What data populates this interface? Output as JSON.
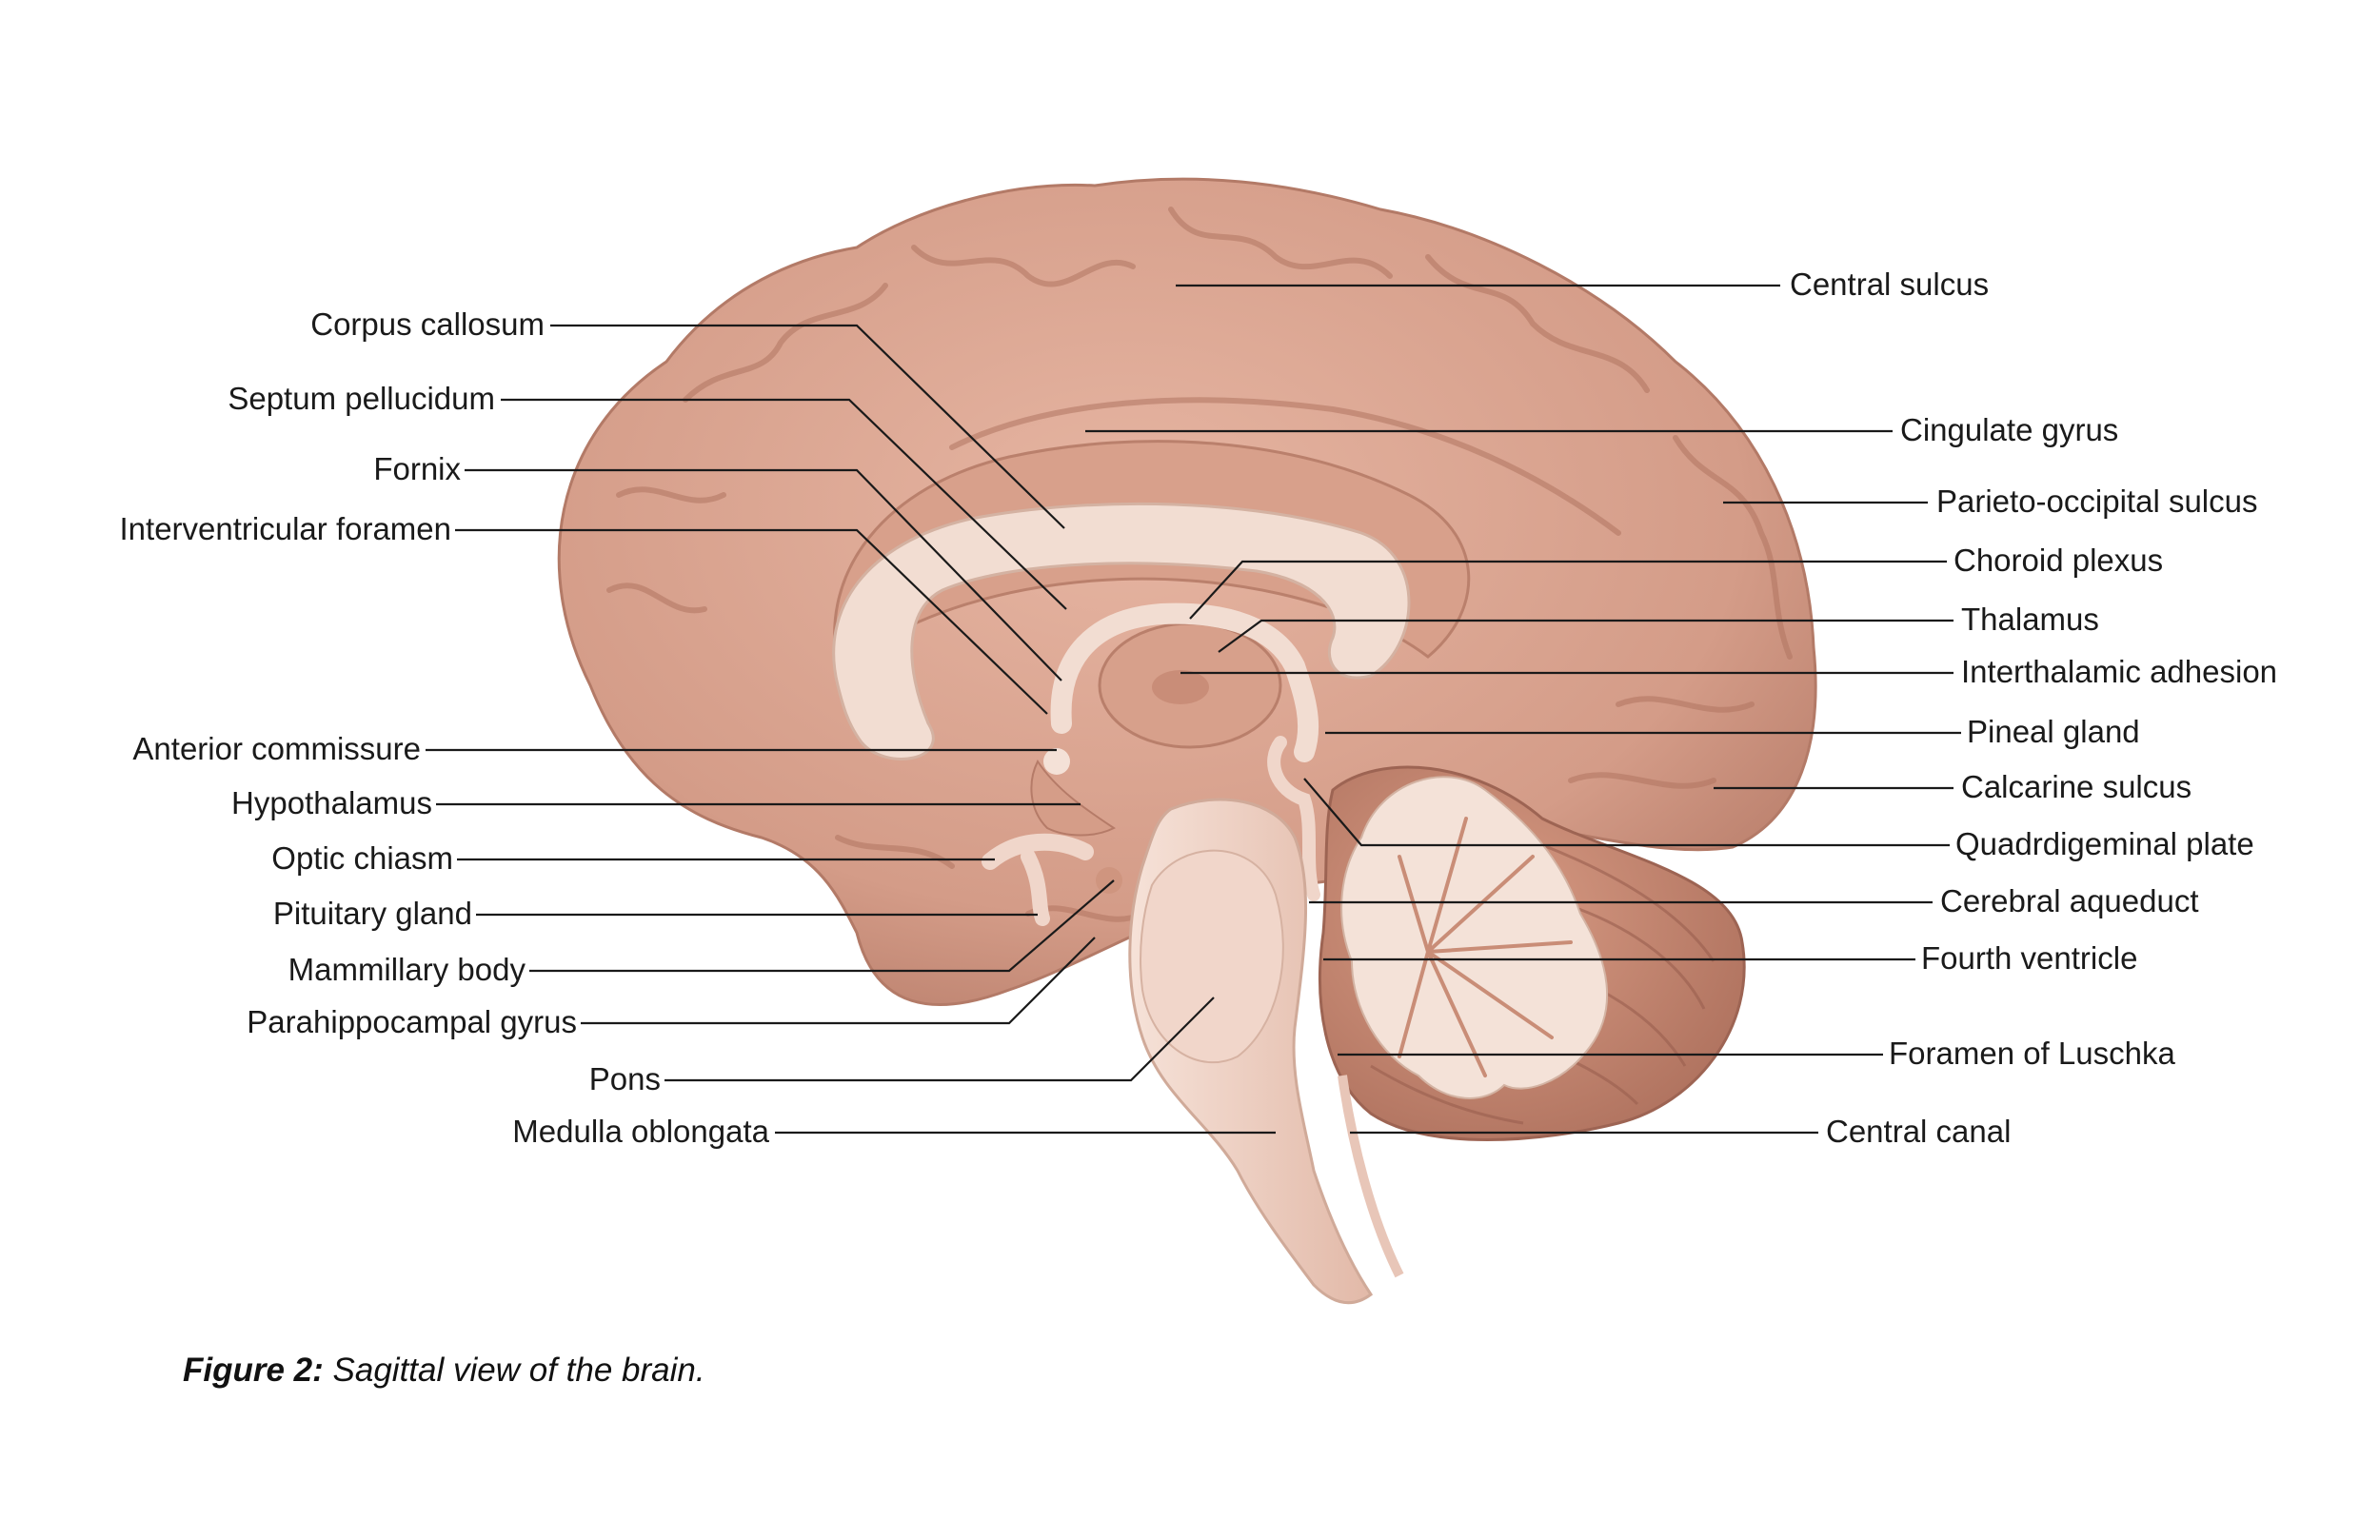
{
  "figure": {
    "caption_prefix": "Figure 2:",
    "caption_text": " Sagittal view of the brain."
  },
  "labels": {
    "corpus_callosum": "Corpus callosum",
    "septum_pellucidum": "Septum pellucidum",
    "fornix": "Fornix",
    "interventricular_foramen": "Interventricular foramen",
    "anterior_commissure": "Anterior commissure",
    "hypothalamus": "Hypothalamus",
    "optic_chiasm": "Optic chiasm",
    "pituitary_gland": "Pituitary gland",
    "mammillary_body": "Mammillary body",
    "parahippocampal_gyrus": "Parahippocampal gyrus",
    "pons": "Pons",
    "medulla_oblongata": "Medulla oblongata",
    "central_sulcus": "Central sulcus",
    "cingulate_gyrus": "Cingulate gyrus",
    "parieto_occipital_sulcus": "Parieto-occipital sulcus",
    "choroid_plexus": "Choroid plexus",
    "thalamus": "Thalamus",
    "interthalamic_adhesion": "Interthalamic adhesion",
    "pineal_gland": "Pineal gland",
    "calcarine_sulcus": "Calcarine sulcus",
    "quadrigeminal_plate": "Quadrdigeminal plate",
    "cerebral_aqueduct": "Cerebral aqueduct",
    "fourth_ventricle": "Fourth ventricle",
    "foramen_of_luschka": "Foramen of Luschka",
    "central_canal": "Central canal"
  },
  "colors": {
    "cortex": "#d9a491",
    "cortex_shadow": "#b97f6c",
    "white_matter": "#f2ddd2",
    "brainstem": "#efcfc1",
    "cerebellum": "#c98a74",
    "arbor": "#f4e2d8",
    "text": "#1a1a1a"
  }
}
